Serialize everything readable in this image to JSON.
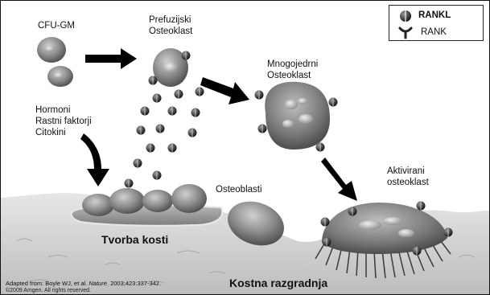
{
  "labels": {
    "cfu_gm": "CFU-GM",
    "prefusion_line1": "Prefuzijski",
    "prefusion_line2": "Osteoklast",
    "multinuclear_line1": "Mnogojedrni",
    "multinuclear_line2": "Osteoklast",
    "factors_line1": "Hormoni",
    "factors_line2": "Rastni faktorji",
    "factors_line3": "Citokini",
    "activated_line1": "Aktivirani",
    "activated_line2": "osteoklast",
    "osteoblasts": "Osteoblasti",
    "bone_formation": "Tvorba kosti",
    "bone_resorption": "Kostna razgradnja"
  },
  "legend": {
    "rankl": "RANKL",
    "rank": "RANK"
  },
  "credit": {
    "source_prefix": "Adapted from: Boyle WJ, et al. ",
    "journal": "Nature",
    "source_suffix": ". 2003;423:337-342.",
    "copyright": "©2009 Amgen. All rights reserved."
  },
  "icons": [
    "rankl-icon",
    "rank-icon",
    "arrow-icon"
  ],
  "colors": {
    "cell_dark": "#5a5a5a",
    "cell_mid": "#8a8a8a",
    "cell_light": "#c9c9c9",
    "bone": "#dcdcdc",
    "arrow": "#000000"
  }
}
